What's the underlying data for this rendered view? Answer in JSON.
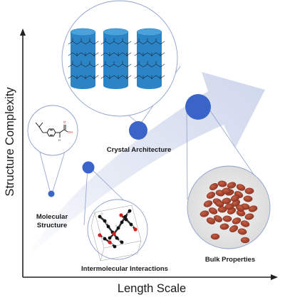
{
  "axes": {
    "x_title": "Length Scale",
    "y_title": "Structure Complexity"
  },
  "labels": {
    "molecular_line1": "Molecular",
    "molecular_line2": "Structure",
    "intermolecular": "Intermolecular Interactions",
    "crystal": "Crystal Architecture",
    "bulk": "Bulk Properties"
  },
  "molecule_text": {
    "carbonyl_o": "O",
    "hydroxyl": "OH",
    "hydrogen": "H"
  },
  "colors": {
    "arrow_fill": "#dfe4f2",
    "node_blue": "#3a64c8",
    "cylinder": "#2a84c6",
    "tablet": "#a8442e",
    "bubble_stroke": "#8ea0cc",
    "axis": "#222222"
  },
  "icons": {
    "molecule": "ibuprofen-skeletal-formula-icon",
    "interactions": "ball-and-stick-crystal-packing-icon",
    "crystal": "polymer-cylinder-columns-icon",
    "bulk": "red-tablets-pile-icon"
  }
}
